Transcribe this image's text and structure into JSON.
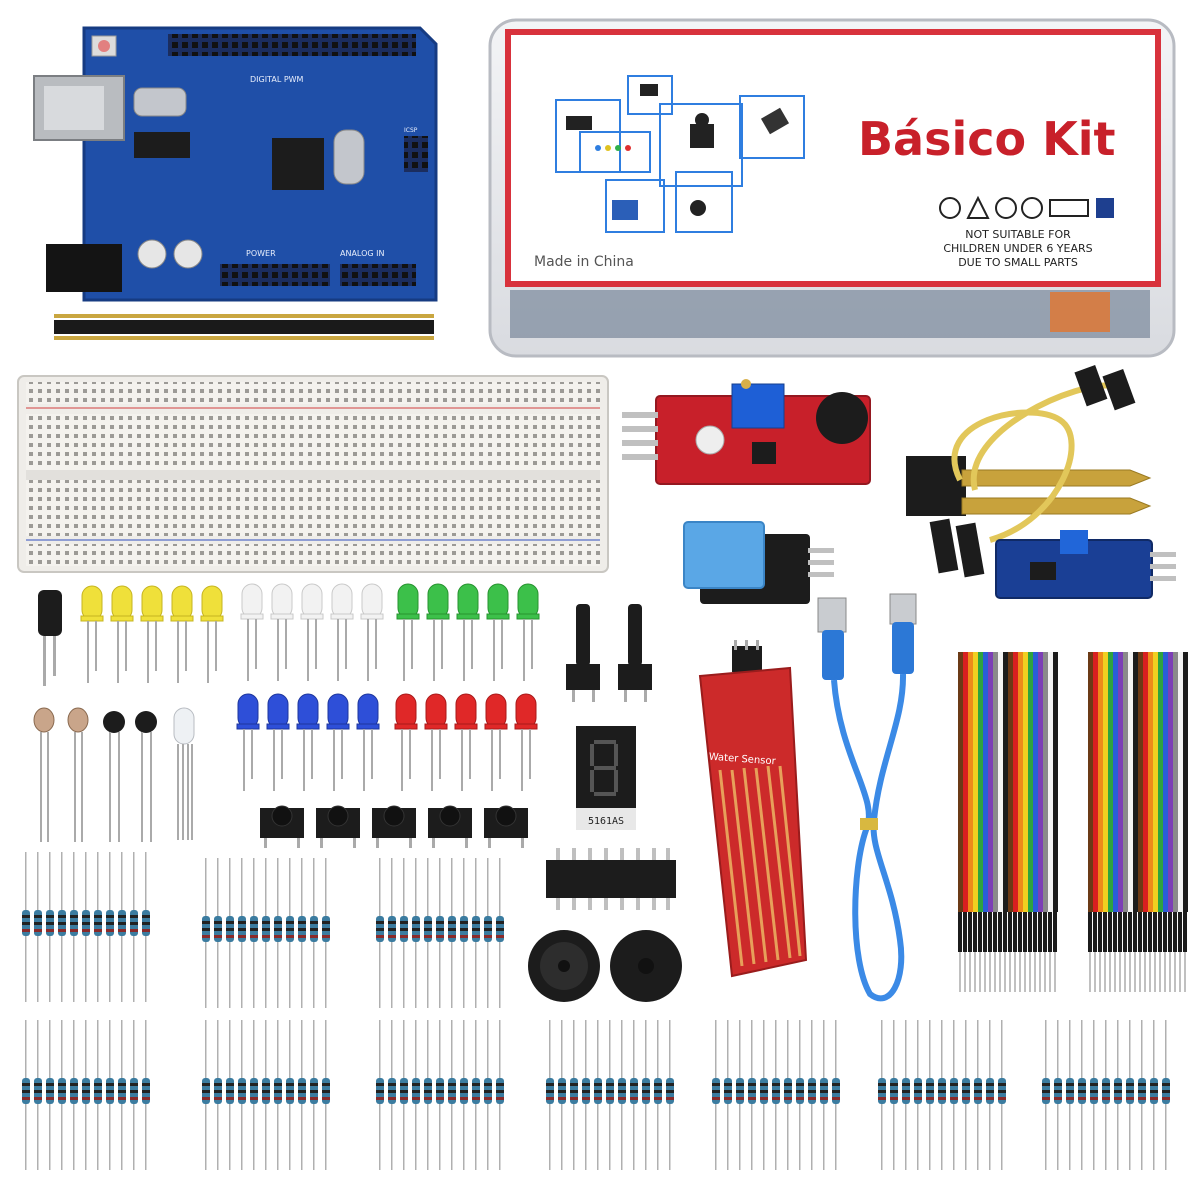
{
  "kit_box": {
    "title": "Básico Kit",
    "warning_line_1": "NOT SUITABLE FOR",
    "warning_line_2": "CHILDREN UNDER 6 YEARS",
    "warning_line_3": "DUE TO SMALL PARTS",
    "origin": "Made in China"
  },
  "board": {
    "digital_label": "DIGITAL PWM",
    "power_label": "POWER",
    "analog_label": "ANALOG IN",
    "icsp_label": "ICSP"
  },
  "water_sensor": {
    "label": "Water Sensor"
  },
  "seven_segment": {
    "part_number": "5161AS"
  },
  "colors": {
    "board_blue": "#1f4fa8",
    "sensor_red": "#c8202a",
    "module_blue": "#1a3f95",
    "box_border": "#d8323c",
    "title_red": "#c8202a"
  }
}
